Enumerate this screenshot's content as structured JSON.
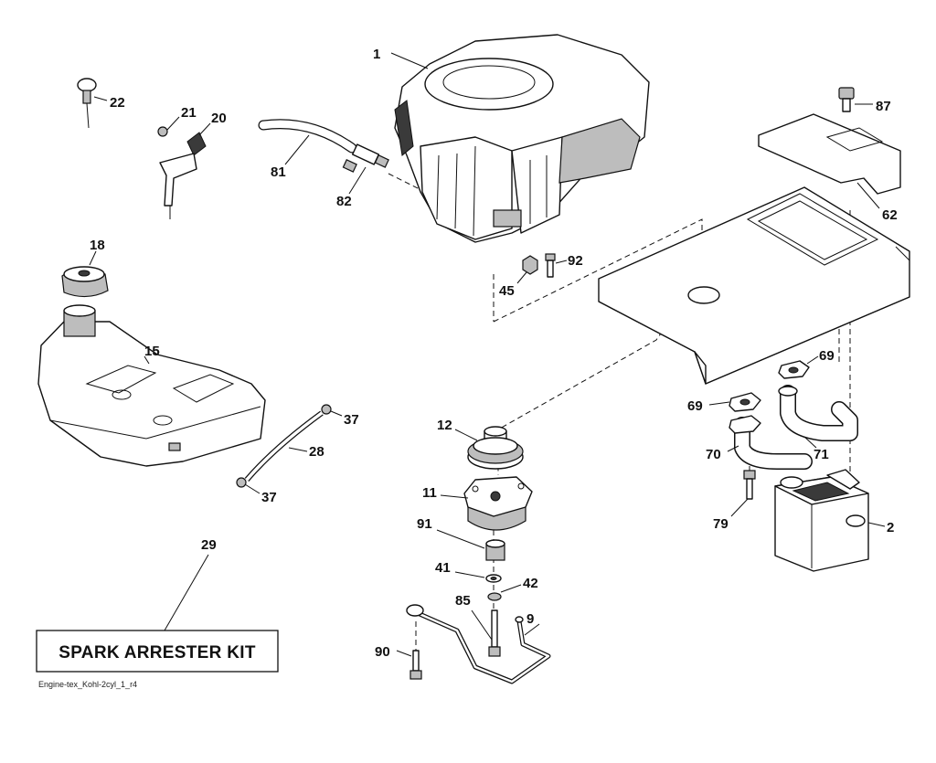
{
  "labels": {
    "p1": "1",
    "p2": "2",
    "p9": "9",
    "p11": "11",
    "p12": "12",
    "p15": "15",
    "p18": "18",
    "p20": "20",
    "p21": "21",
    "p22": "22",
    "p28": "28",
    "p29": "29",
    "p37a": "37",
    "p37b": "37",
    "p41": "41",
    "p42": "42",
    "p45": "45",
    "p62": "62",
    "p69a": "69",
    "p69b": "69",
    "p70": "70",
    "p71": "71",
    "p79": "79",
    "p81": "81",
    "p82": "82",
    "p85": "85",
    "p87": "87",
    "p90": "90",
    "p91": "91",
    "p92": "92"
  },
  "kit_box": {
    "text": "SPARK ARRESTER KIT"
  },
  "caption": "Engine-tex_Kohl-2cyl_1_r4"
}
